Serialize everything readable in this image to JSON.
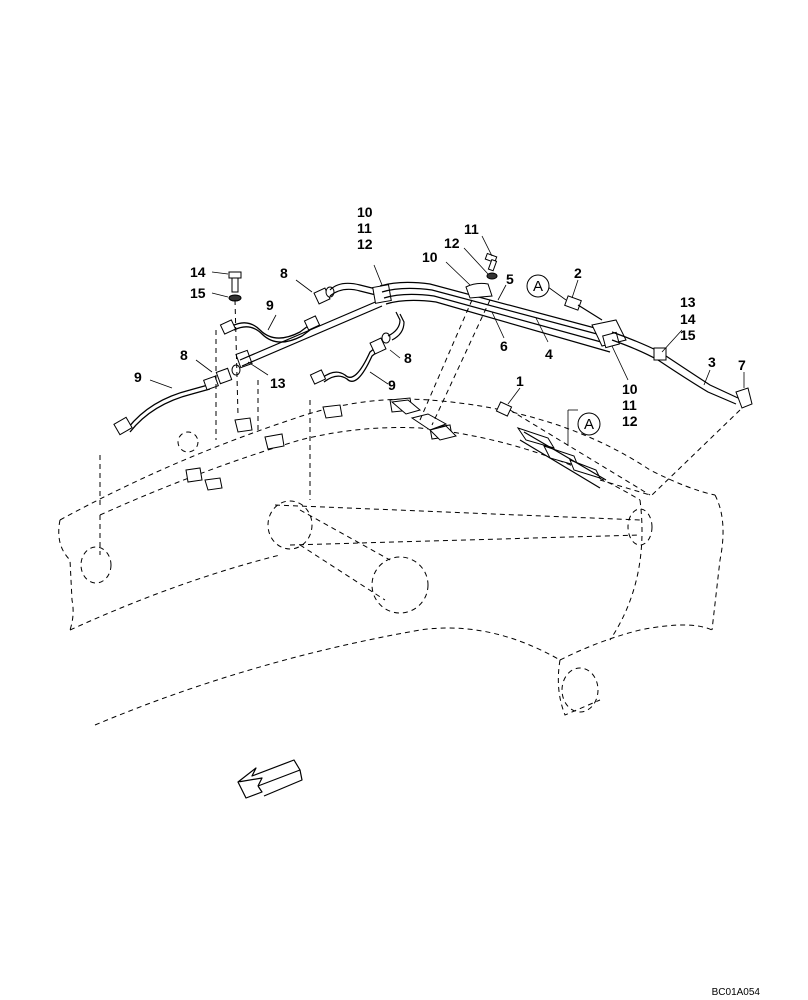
{
  "callouts": {
    "c10a": "10",
    "c11a": "11",
    "c12a": "12",
    "c8a": "8",
    "c14a": "14",
    "c15a": "15",
    "c9a": "9",
    "c8b": "8",
    "c9b": "9",
    "c13a": "13",
    "c8c": "8",
    "c9c": "9",
    "c11b": "11",
    "c12b": "12",
    "c10b": "10",
    "c5": "5",
    "c6": "6",
    "c4": "4",
    "c2": "2",
    "c13b": "13",
    "c14b": "14",
    "c15b": "15",
    "c3": "3",
    "c7": "7",
    "c10c": "10",
    "c11c": "11",
    "c12c": "12",
    "c1": "1"
  },
  "view_marks": {
    "top": "A",
    "bottom": "A"
  },
  "drawing_code": "BC01A054",
  "direction_arrow": "front-direction-arrow-icon"
}
